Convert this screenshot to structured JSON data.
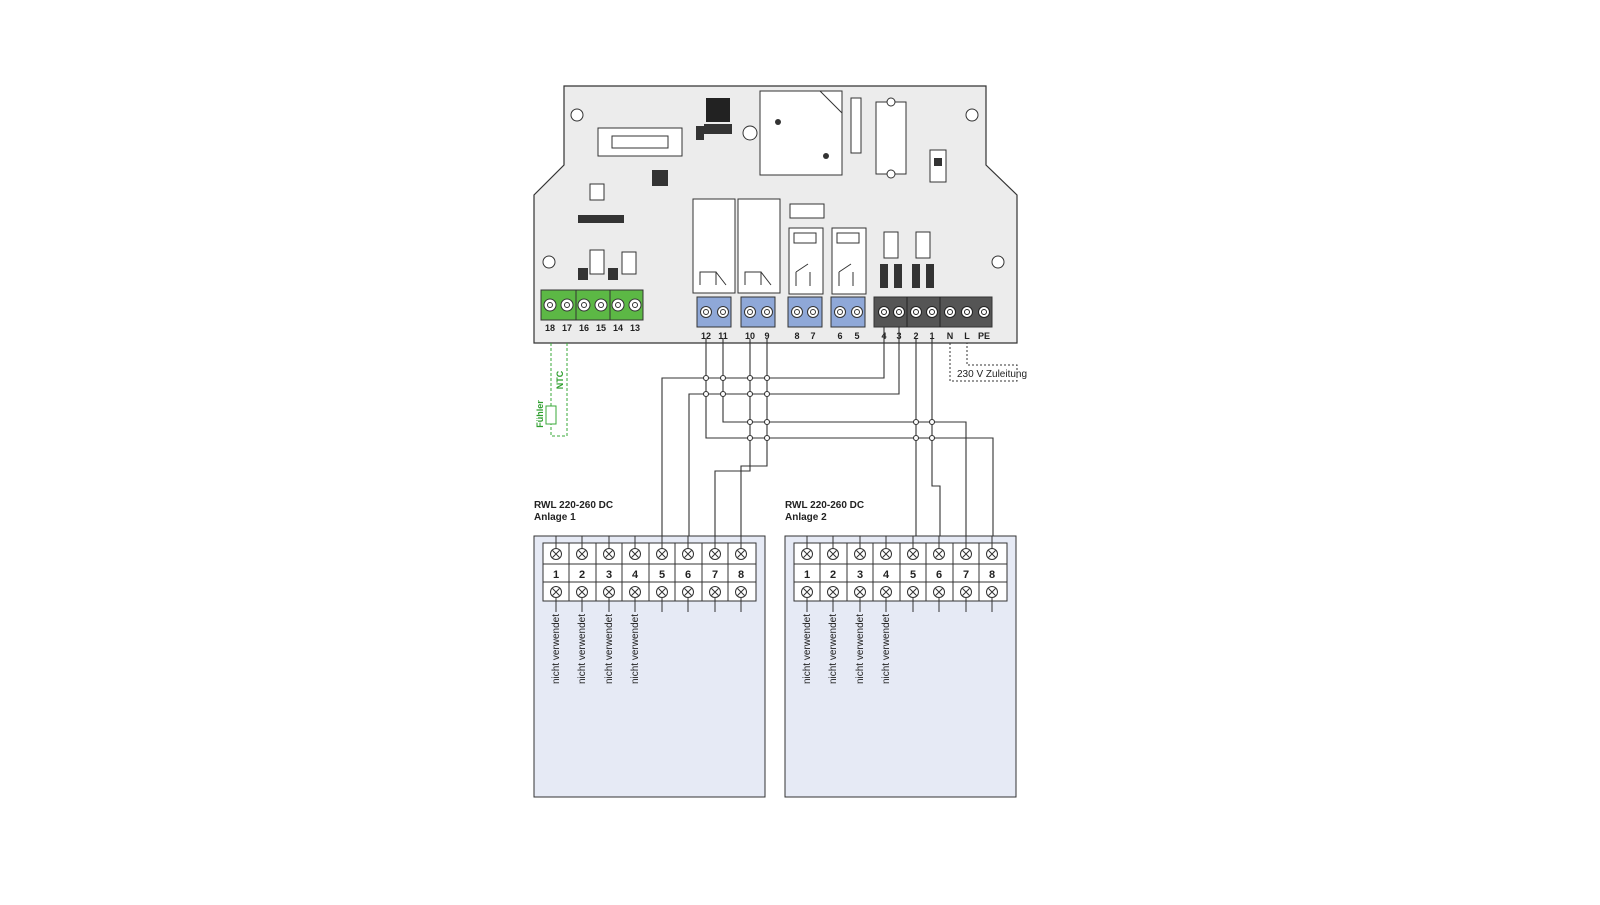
{
  "board": {
    "green_terminals": [
      "18",
      "17",
      "16",
      "15",
      "14",
      "13"
    ],
    "blue_terminals": [
      "12",
      "11",
      "10",
      "9",
      "8",
      "7",
      "6",
      "5"
    ],
    "black_terminals": [
      "4",
      "3",
      "2",
      "1",
      "N",
      "L",
      "PE"
    ]
  },
  "sensor": {
    "ntc_label": "NTC",
    "fuehler_label": "Fühler"
  },
  "supply_label": "230 V Zuleitung",
  "units": [
    {
      "title": "RWL 220-260 DC",
      "subtitle": "Anlage 1",
      "terminals": [
        "1",
        "2",
        "3",
        "4",
        "5",
        "6",
        "7",
        "8"
      ],
      "unused": [
        "nicht verwendet",
        "nicht verwendet",
        "nicht verwendet",
        "nicht verwendet"
      ]
    },
    {
      "title": "RWL 220-260 DC",
      "subtitle": "Anlage 2",
      "terminals": [
        "1",
        "2",
        "3",
        "4",
        "5",
        "6",
        "7",
        "8"
      ],
      "unused": [
        "nicht verwendet",
        "nicht verwendet",
        "nicht verwendet",
        "nicht verwendet"
      ]
    }
  ],
  "colors": {
    "board": "#ececec",
    "green": "#5cb845",
    "blue": "#8fa8d8",
    "black": "#555555",
    "unit": "#e6eaf5",
    "sensor": "#3aa83a"
  }
}
